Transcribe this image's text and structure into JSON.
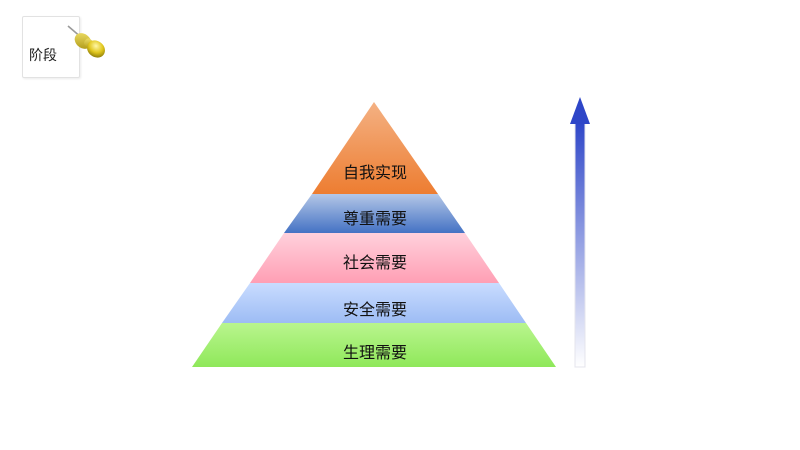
{
  "note": {
    "label": "阶段"
  },
  "pyramid": {
    "levels": [
      {
        "label": "自我实现",
        "color_top": "#f4b183",
        "color_bottom": "#ed7d31"
      },
      {
        "label": "尊重需要",
        "color_top": "#b4c7e7",
        "color_bottom": "#4472c4"
      },
      {
        "label": "社会需要",
        "color_top": "#ffd1dc",
        "color_bottom": "#ff9fb4"
      },
      {
        "label": "安全需要",
        "color_top": "#c9dcff",
        "color_bottom": "#9dbcf4"
      },
      {
        "label": "生理需要",
        "color_top": "#b9f58e",
        "color_bottom": "#8fe85a"
      }
    ]
  },
  "arrow": {
    "direction": "up",
    "color": "#2e46c8"
  },
  "icons": {
    "pin": "pushpin-icon"
  }
}
